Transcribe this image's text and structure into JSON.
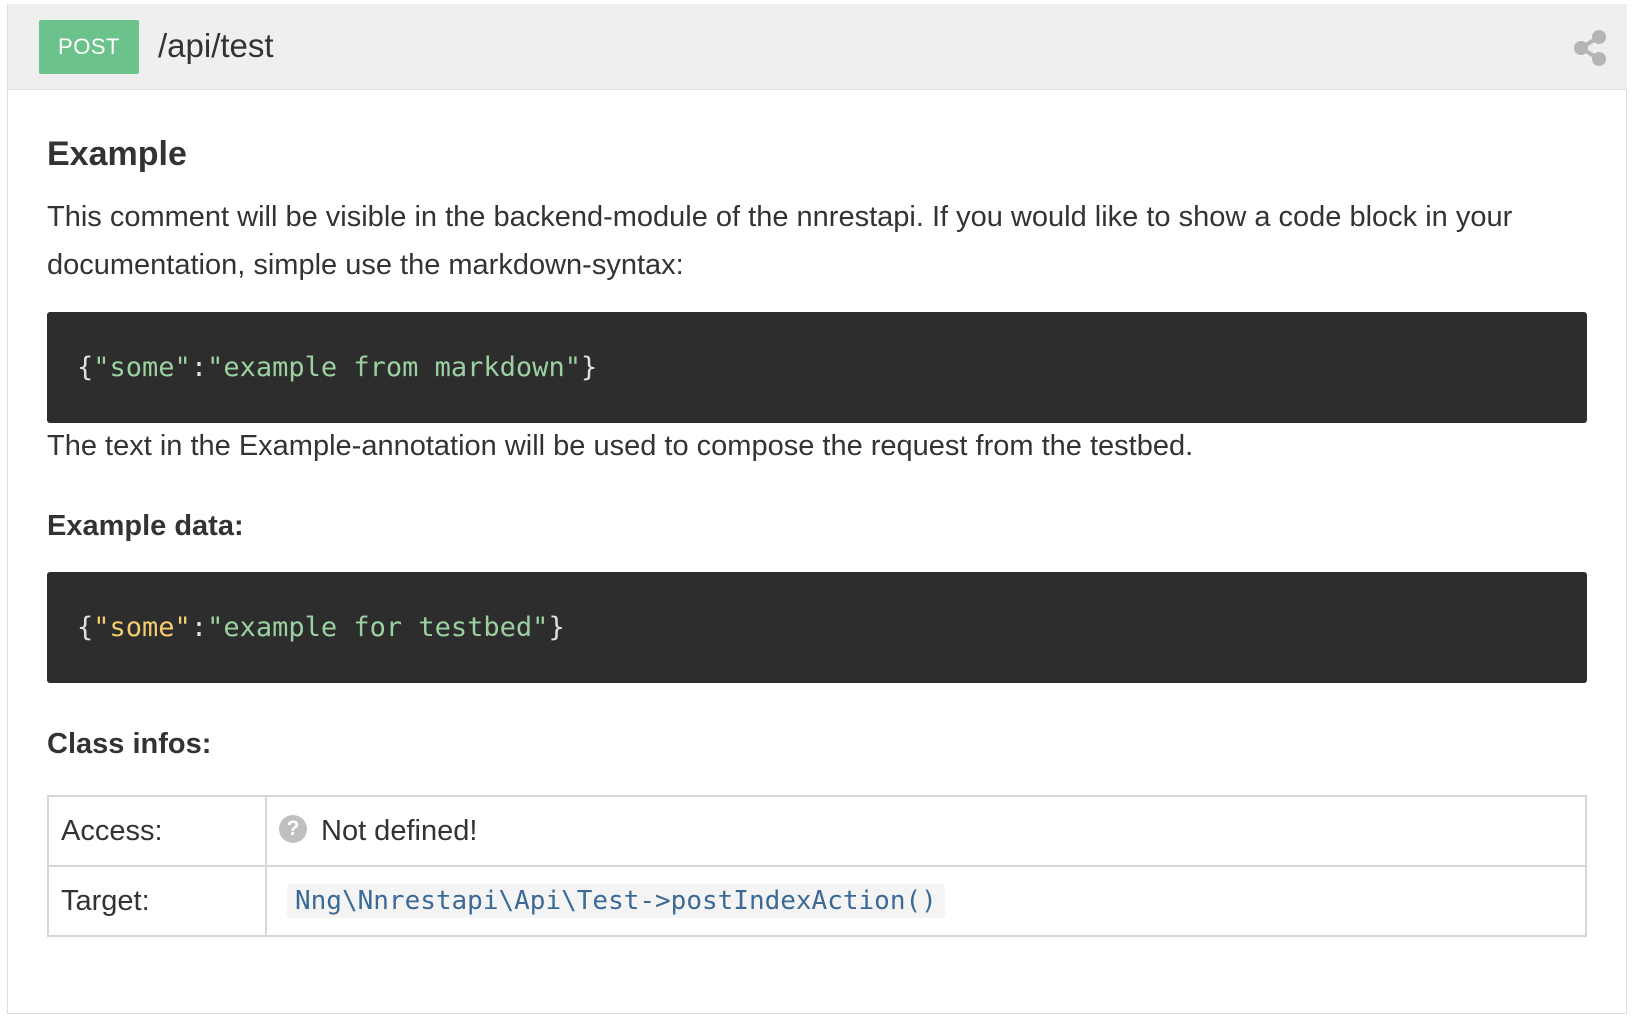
{
  "endpoint": {
    "method": "POST",
    "path": "/api/test",
    "method_color": "#6cc28b"
  },
  "icons": {
    "share": "share-icon",
    "help": "question-circle-icon"
  },
  "content": {
    "heading": "Example",
    "intro_text": "This comment will be visible in the backend-module of the nnrestapi. If you would like to show a code block in your documentation, simple use the markdown-syntax:",
    "code_example": {
      "open": "{",
      "key": "\"some\"",
      "colon": ":",
      "value": "\"example from markdown\"",
      "close": "}"
    },
    "after_text": "The text in the Example-annotation will be used to compose the request from the testbed.",
    "example_data_heading": "Example data:",
    "code_example_data": {
      "open": "{",
      "key": "\"some\"",
      "colon": ":",
      "value": "\"example for testbed\"",
      "close": "}"
    },
    "class_infos_heading": "Class infos:",
    "class_infos": {
      "access_label": "Access:",
      "access_icon_glyph": "?",
      "access_value": "Not defined!",
      "target_label": "Target:",
      "target_value": "Nng\\Nnrestapi\\Api\\Test->postIndexAction()"
    }
  }
}
